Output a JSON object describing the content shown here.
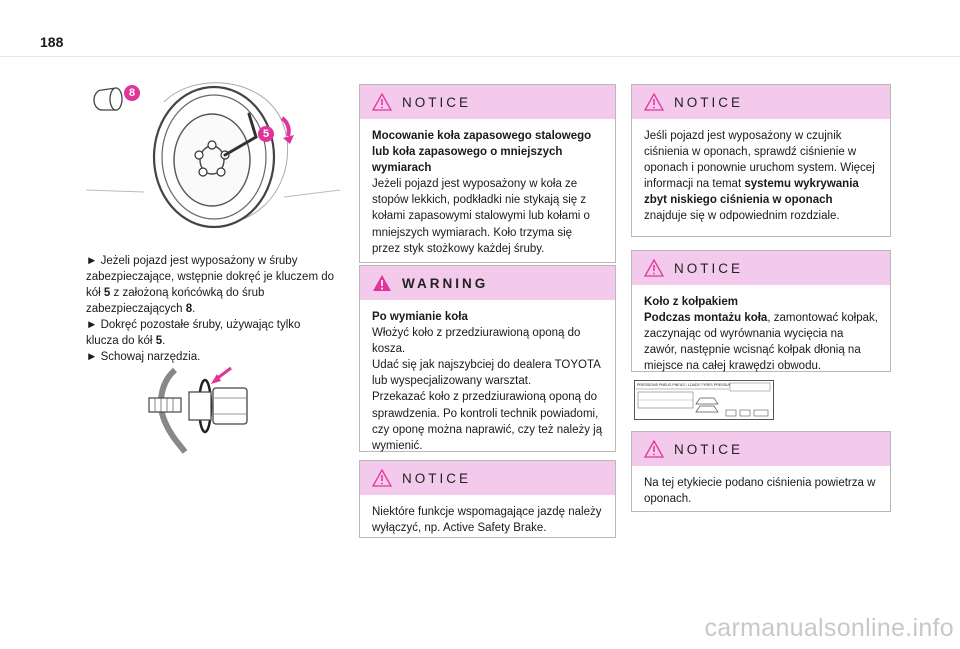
{
  "page_number": "188",
  "figure_wheel": {
    "callouts": [
      "8",
      "5"
    ]
  },
  "left_text": {
    "line1_pre": "► Jeżeli pojazd jest wyposażony w śruby zabezpieczające, wstępnie dokręć je kluczem do kół ",
    "line1_key1": "5",
    "line1_mid": " z założoną końcówką do śrub zabezpieczających ",
    "line1_key2": "8",
    "line1_post": ".",
    "line2_pre": "► Dokręć pozostałe śruby, używając tylko klucza do kół ",
    "line2_key": "5",
    "line2_post": ".",
    "line3": "► Schowaj narzędzia."
  },
  "notice1": {
    "heading": "NOTICE",
    "bold_title": "Mocowanie koła zapasowego stalowego lub koła zapasowego o mniejszych wymiarach",
    "text": "Jeżeli pojazd jest wyposażony w koła ze stopów lekkich, podkładki nie stykają się z kołami zapasowymi stalowymi lub kołami o mniejszych wymiarach. Koło trzyma się przez styk stożkowy każdej śruby."
  },
  "warning": {
    "heading": "WARNING",
    "bold_title": "Po wymianie koła",
    "text1": "Włożyć koło z przedziurawioną oponą do kosza.",
    "text2": "Udać się jak najszybciej do dealera TOYOTA lub wyspecjalizowany warsztat.",
    "text3": "Przekazać koło z przedziurawioną oponą do sprawdzenia. Po kontroli technik powiadomi, czy oponę można naprawić, czy też należy ją wymienić."
  },
  "notice2": {
    "heading": "NOTICE",
    "text": "Niektóre funkcje wspomagające jazdę należy wyłączyć, np. Active Safety Brake."
  },
  "notice3": {
    "heading": "NOTICE",
    "text_pre": "Jeśli pojazd jest wyposażony w czujnik ciśnienia w oponach, sprawdź ciśnienie w oponach i ponownie uruchom system. Więcej informacji na temat ",
    "text_bold": "systemu wykrywania zbyt niskiego ciśnienia w oponach",
    "text_post": " znajduje się w odpowiednim rozdziale."
  },
  "notice4": {
    "heading": "NOTICE",
    "bold_title1": "Koło z kołpakiem",
    "bold_title2": "Podczas montażu koła",
    "text": ", zamontować kołpak, zaczynając od wyrównania wycięcia na zawór, następnie wcisnąć kołpak dłonią na miejsce na całej krawędzi obwodu."
  },
  "notice5": {
    "heading": "NOTICE",
    "text": "Na tej etykiecie podano ciśnienia powietrza w oponach."
  },
  "label_image": {
    "header": "PRESSIONS PNEUS PNEUS / LOADS TYRES PRESSURES"
  },
  "watermark": "carmanualsonline.info",
  "colors": {
    "box_header": "#f3c9ec",
    "callout": "#e0349b",
    "box_border": "#b9b9b9"
  }
}
